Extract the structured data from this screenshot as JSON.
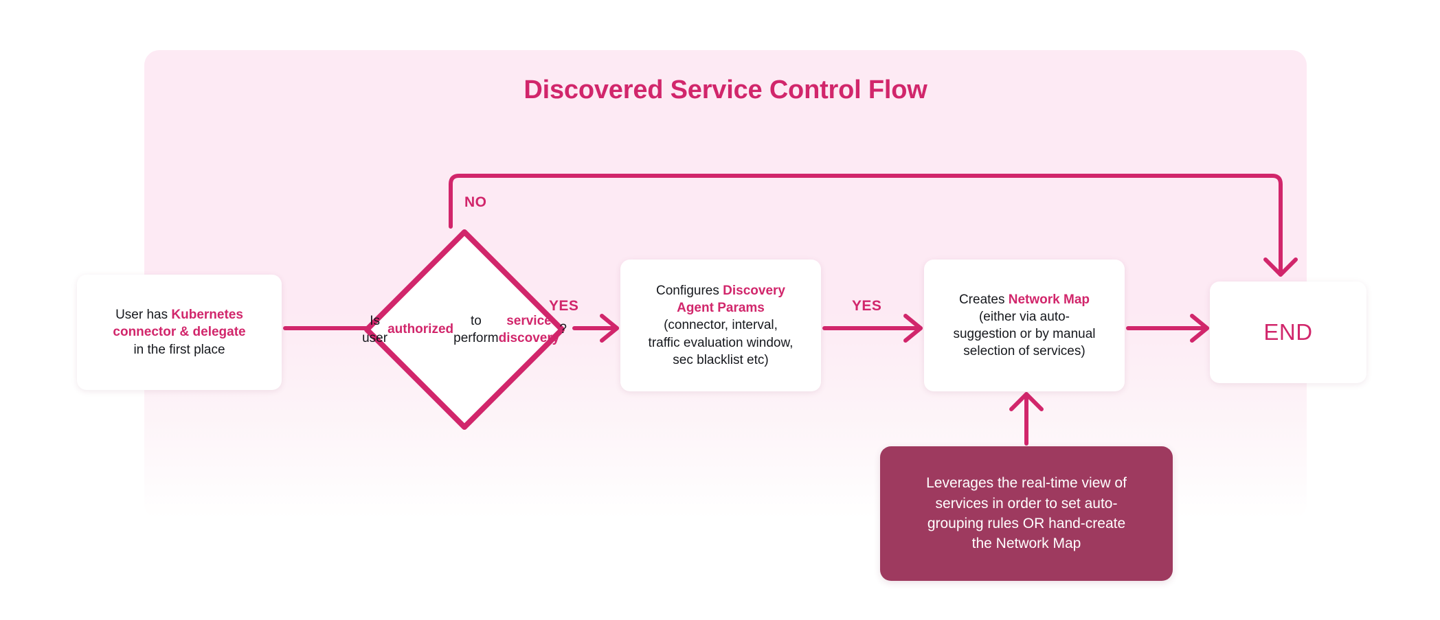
{
  "diagram": {
    "title": "Discovered Service Control Flow",
    "accent_color": "#d1266b",
    "panel_color": "#fdeaf4",
    "annotation_color": "#9e3a5f",
    "node_text_color": "#16181d"
  },
  "nodes": {
    "start": {
      "name": "start-box",
      "lines": [
        {
          "parts": [
            {
              "t": "User has ",
              "hl": false
            },
            {
              "t": "Kubernetes",
              "hl": true
            }
          ]
        },
        {
          "parts": [
            {
              "t": "connector & delegate",
              "hl": true
            }
          ]
        },
        {
          "parts": [
            {
              "t": "in the first place",
              "hl": false
            }
          ]
        }
      ]
    },
    "decision": {
      "name": "decision-diamond",
      "lines": [
        {
          "parts": [
            {
              "t": "Is user",
              "hl": false
            }
          ]
        },
        {
          "parts": [
            {
              "t": "authorized",
              "hl": true
            }
          ]
        },
        {
          "parts": [
            {
              "t": "to perform",
              "hl": false
            }
          ]
        },
        {
          "parts": [
            {
              "t": "service discovery",
              "hl": true
            },
            {
              "t": "?",
              "hl": false
            }
          ]
        }
      ]
    },
    "params": {
      "name": "discovery-agent-params-box",
      "lines": [
        {
          "parts": [
            {
              "t": "Configures ",
              "hl": false
            },
            {
              "t": "Discovery",
              "hl": true
            }
          ]
        },
        {
          "parts": [
            {
              "t": "Agent Params",
              "hl": true
            }
          ]
        },
        {
          "parts": [
            {
              "t": "(connector, interval,",
              "hl": false
            }
          ]
        },
        {
          "parts": [
            {
              "t": "traffic evaluation window,",
              "hl": false
            }
          ]
        },
        {
          "parts": [
            {
              "t": "sec blacklist etc)",
              "hl": false
            }
          ]
        }
      ]
    },
    "map": {
      "name": "network-map-box",
      "lines": [
        {
          "parts": [
            {
              "t": "Creates ",
              "hl": false
            },
            {
              "t": "Network Map",
              "hl": true
            }
          ]
        },
        {
          "parts": [
            {
              "t": "(either via auto-",
              "hl": false
            }
          ]
        },
        {
          "parts": [
            {
              "t": "suggestion or by manual",
              "hl": false
            }
          ]
        },
        {
          "parts": [
            {
              "t": "selection of services)",
              "hl": false
            }
          ]
        }
      ]
    },
    "end": {
      "name": "end-box",
      "label": "END"
    },
    "annotation": {
      "name": "annotation-box",
      "lines": [
        {
          "parts": [
            {
              "t": "Leverages the real-time view of",
              "hl": false
            }
          ]
        },
        {
          "parts": [
            {
              "t": "services in order to set auto-",
              "hl": false
            }
          ]
        },
        {
          "parts": [
            {
              "t": "grouping rules OR hand-create",
              "hl": false
            }
          ]
        },
        {
          "parts": [
            {
              "t": "the Network Map",
              "hl": false
            }
          ]
        }
      ]
    }
  },
  "edges": {
    "no_label": "NO",
    "yes_label_1": "YES",
    "yes_label_2": "YES"
  }
}
